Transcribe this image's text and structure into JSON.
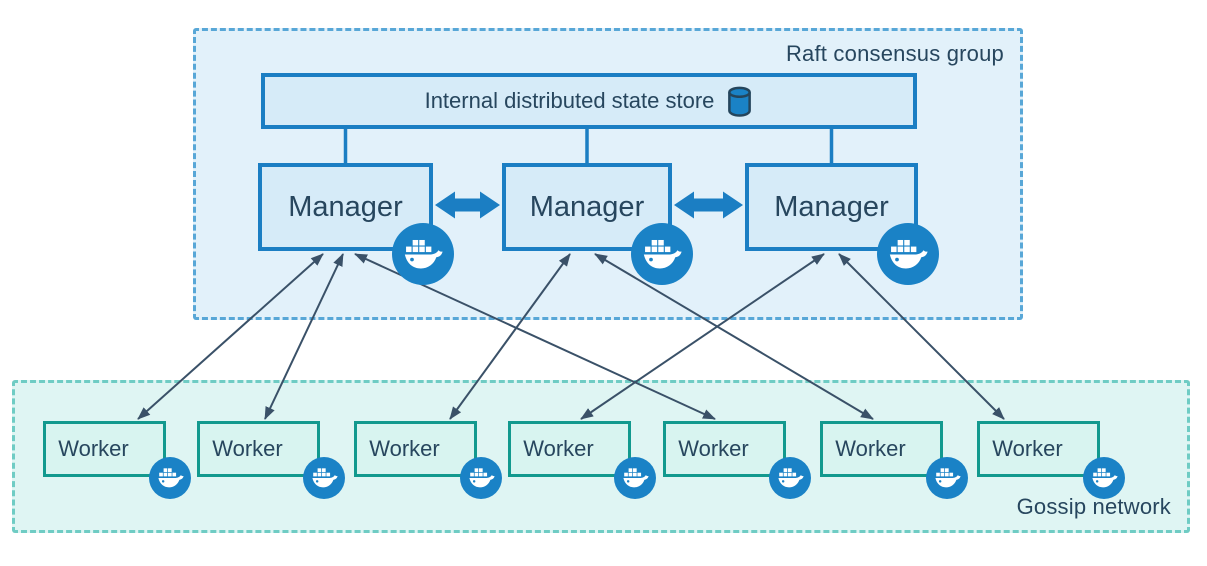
{
  "diagram": {
    "raft_group": {
      "label": "Raft consensus group"
    },
    "gossip_group": {
      "label": "Gossip network"
    },
    "state_store": {
      "label": "Internal distributed state store",
      "icon": "database-cylinder-icon"
    },
    "managers": [
      {
        "id": "manager-1",
        "label": "Manager"
      },
      {
        "id": "manager-2",
        "label": "Manager"
      },
      {
        "id": "manager-3",
        "label": "Manager"
      }
    ],
    "workers": [
      {
        "id": "worker-1",
        "label": "Worker"
      },
      {
        "id": "worker-2",
        "label": "Worker"
      },
      {
        "id": "worker-3",
        "label": "Worker"
      },
      {
        "id": "worker-4",
        "label": "Worker"
      },
      {
        "id": "worker-5",
        "label": "Worker"
      },
      {
        "id": "worker-6",
        "label": "Worker"
      },
      {
        "id": "worker-7",
        "label": "Worker"
      }
    ],
    "edges": {
      "manager_worker": [
        {
          "from": "manager-1",
          "to": "worker-1"
        },
        {
          "from": "manager-1",
          "to": "worker-2"
        },
        {
          "from": "manager-1",
          "to": "worker-5"
        },
        {
          "from": "manager-2",
          "to": "worker-3"
        },
        {
          "from": "manager-2",
          "to": "worker-6"
        },
        {
          "from": "manager-3",
          "to": "worker-4"
        },
        {
          "from": "manager-3",
          "to": "worker-7"
        }
      ],
      "manager_peers": [
        {
          "from": "manager-1",
          "to": "manager-2"
        },
        {
          "from": "manager-2",
          "to": "manager-3"
        }
      ],
      "store_links": [
        "manager-1",
        "manager-2",
        "manager-3"
      ]
    },
    "colors": {
      "blue": "#1b7ec3",
      "blue_fill": "#d6ebf8",
      "raft_fill": "#e2f1fa",
      "raft_dash": "#58a7d7",
      "teal": "#12998e",
      "teal_fill": "#d8f4f0",
      "gossip_fill": "#dff5f3",
      "gossip_dash": "#6fccc4",
      "docker_blue": "#1a82c6",
      "edge": "#3a5168",
      "text": "#27465e",
      "cyl_stroke": "#24455c"
    }
  }
}
